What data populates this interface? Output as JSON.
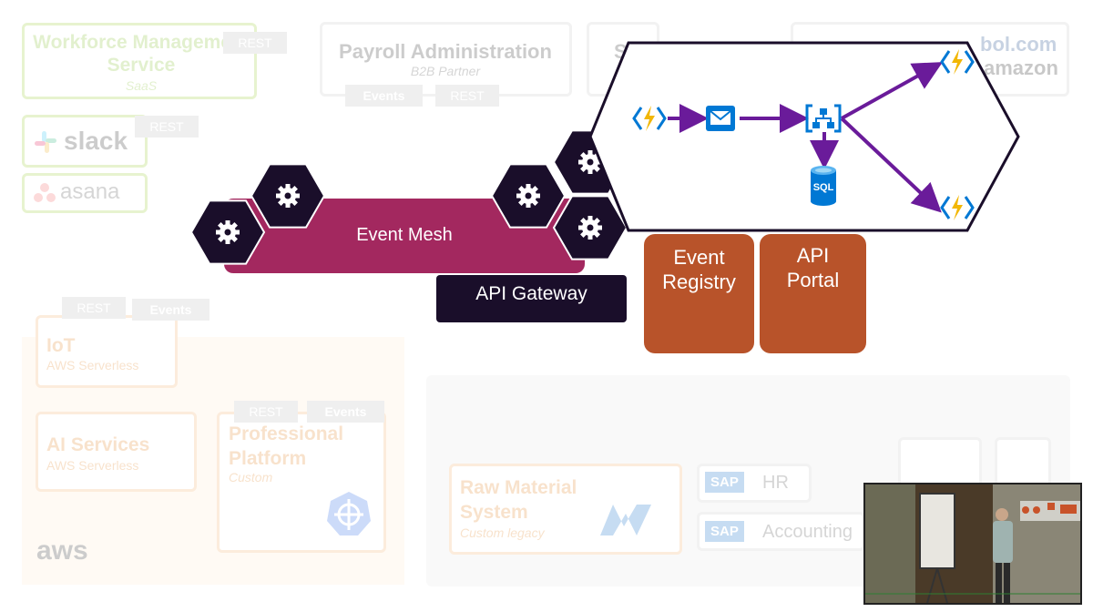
{
  "top_services": {
    "workforce": {
      "title": "Workforce Management Service",
      "subtitle": "SaaS",
      "tag": "REST"
    },
    "slack": {
      "name": "slack",
      "tag": "REST"
    },
    "asana": {
      "name": "asana"
    },
    "payroll": {
      "title": "Payroll Administration",
      "subtitle": "B2B Partner",
      "tags": [
        "Events",
        "REST"
      ]
    },
    "partial_box": {
      "title": "S"
    },
    "shops": {
      "bol": "bol.com",
      "amazon": "amazon"
    }
  },
  "core": {
    "event_mesh": "Event Mesh",
    "api_gateway": "API Gateway",
    "event_registry": "Event Registry",
    "api_portal": "API Portal"
  },
  "flow": {
    "sql_label": "SQL"
  },
  "aws_group": {
    "iot": {
      "title": "IoT",
      "subtitle": "AWS Serverless",
      "tags": [
        "REST",
        "Events"
      ]
    },
    "ai": {
      "title": "AI Services",
      "subtitle": "AWS Serverless"
    },
    "professional": {
      "title": "Professional Platform",
      "subtitle": "Custom",
      "tags": [
        "REST",
        "Events"
      ]
    },
    "logo": "aws"
  },
  "legacy_group": {
    "raw": {
      "title": "Raw Material System",
      "subtitle": "Custom legacy"
    },
    "hr": {
      "logo": "SAP",
      "label": "HR"
    },
    "accounting": {
      "logo": "SAP",
      "label": "Accounting"
    }
  },
  "colors": {
    "event_mesh": "#a3285f",
    "hex_dark": "#1a0e2a",
    "rust": "#b8532a",
    "arrow": "#6a1b9a",
    "azure_blue": "#0078d4",
    "azure_yellow": "#f2b705"
  }
}
